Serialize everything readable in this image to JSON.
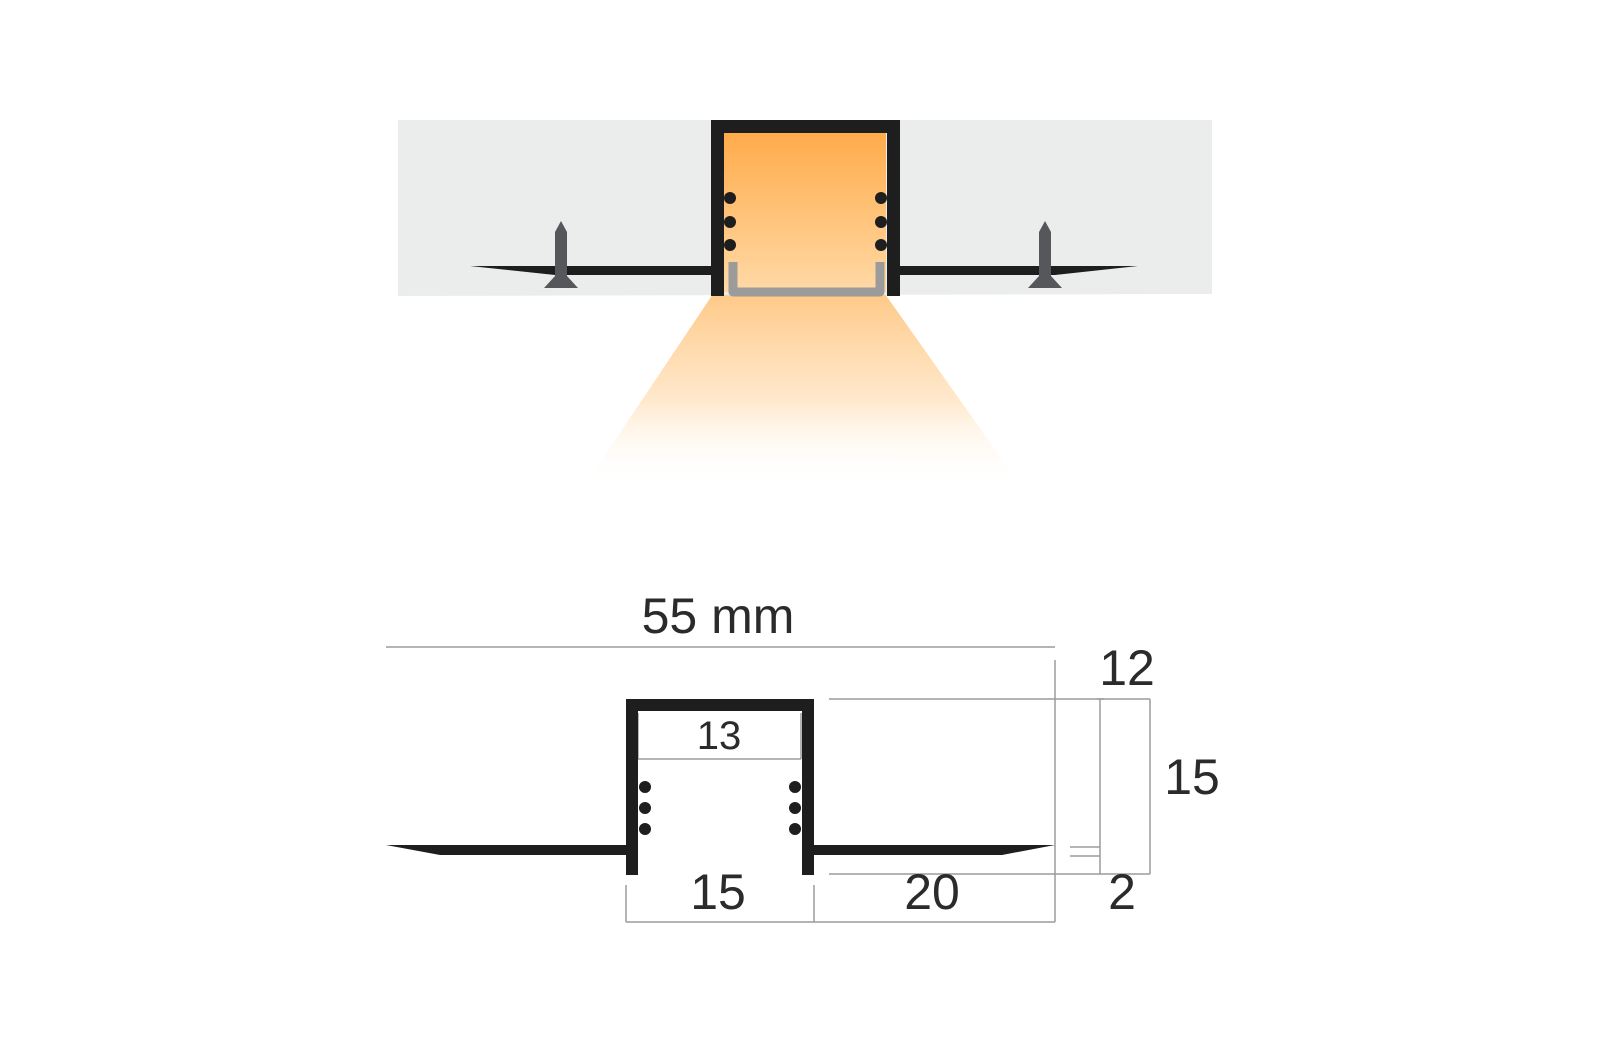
{
  "dimensions": {
    "total_width": "55 mm",
    "inner_width": "13",
    "opening_width": "15",
    "flange_width": "20",
    "inner_height": "12",
    "total_height": "15",
    "flange_thickness": "2"
  },
  "colors": {
    "profile": "#1e1e1e",
    "wall": "#ebedec",
    "light_top": "#ffab4a",
    "light_bottom": "#ffd9a6",
    "diffuser": "#9b9b9b",
    "screw": "#55575a",
    "dimension_line": "#9c9c9c",
    "label": "#2b2b2b"
  }
}
